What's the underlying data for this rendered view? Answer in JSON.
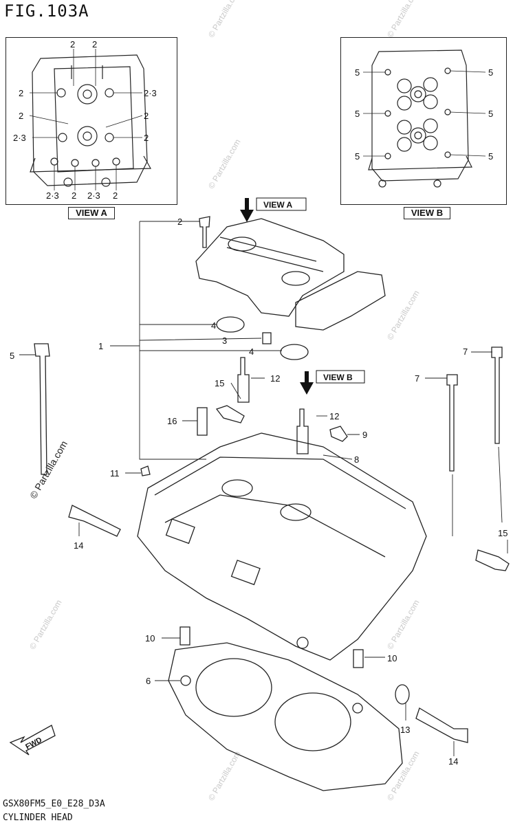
{
  "figure_title": "FIG.103A",
  "views": {
    "view_a": {
      "label": "VIEW A",
      "callouts": [
        "2",
        "2",
        "2",
        "2·3",
        "2",
        "2",
        "2·3",
        "2",
        "2·3",
        "2",
        "2·3",
        "2"
      ]
    },
    "view_b": {
      "label": "VIEW B",
      "callouts": [
        "5",
        "5",
        "5",
        "5",
        "5",
        "5"
      ]
    }
  },
  "arrows": {
    "view_a": "VIEW A",
    "view_b": "VIEW B"
  },
  "parts": [
    {
      "no": "1"
    },
    {
      "no": "2"
    },
    {
      "no": "3"
    },
    {
      "no": "4"
    },
    {
      "no": "4"
    },
    {
      "no": "5"
    },
    {
      "no": "6"
    },
    {
      "no": "7"
    },
    {
      "no": "7"
    },
    {
      "no": "8"
    },
    {
      "no": "9"
    },
    {
      "no": "10"
    },
    {
      "no": "10"
    },
    {
      "no": "11"
    },
    {
      "no": "12"
    },
    {
      "no": "12"
    },
    {
      "no": "13"
    },
    {
      "no": "14"
    },
    {
      "no": "14"
    },
    {
      "no": "15"
    },
    {
      "no": "15"
    },
    {
      "no": "16"
    }
  ],
  "fwd_label": "FWD",
  "watermark": "© Partzilla.com",
  "footer": {
    "code": "GSX80FM5_E0_E28_D3A",
    "name": "CYLINDER HEAD"
  }
}
